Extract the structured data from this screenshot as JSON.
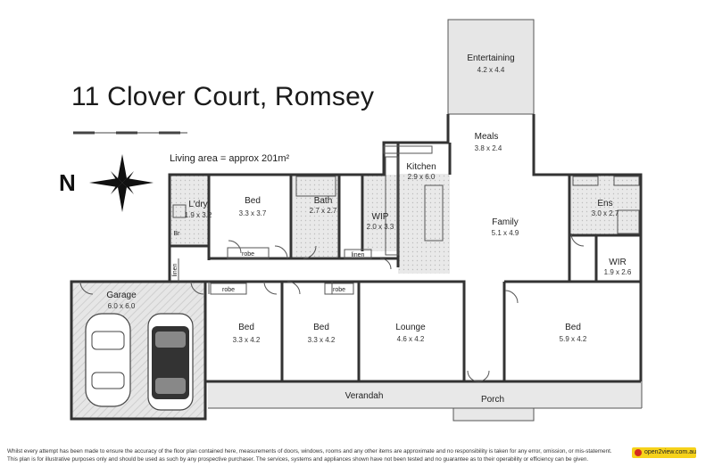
{
  "title": "11 Clover Court, Romsey",
  "living_area": "Living area = approx 201m²",
  "compass_letter": "N",
  "rooms": [
    {
      "name": "Entertaining",
      "dims": "4.2 x 4.4"
    },
    {
      "name": "Meals",
      "dims": "3.8 x 2.4"
    },
    {
      "name": "Kitchen",
      "dims": "2.9 x 6.0"
    },
    {
      "name": "Family",
      "dims": "5.1 x 4.9"
    },
    {
      "name": "Ens",
      "dims": "3.0 x 2.7"
    },
    {
      "name": "WIR",
      "dims": "1.9 x 2.6"
    },
    {
      "name": "L'dry",
      "dims": "1.9 x 3.2"
    },
    {
      "name": "Bed",
      "dims": "3.3 x 3.7"
    },
    {
      "name": "Bath",
      "dims": "2.7 x 2.7"
    },
    {
      "name": "WIP",
      "dims": "2.0 x 3.3"
    },
    {
      "name": "Garage",
      "dims": "6.0 x 6.0"
    },
    {
      "name": "Bed",
      "dims": "3.3 x 4.2"
    },
    {
      "name": "Bed",
      "dims": "3.3 x 4.2"
    },
    {
      "name": "Lounge",
      "dims": "4.6 x 4.2"
    },
    {
      "name": "Bed",
      "dims": "5.9 x 4.2"
    }
  ],
  "labels": {
    "verandah": "Verandah",
    "porch": "Porch",
    "robe": "robe",
    "linen": "linen",
    "br": "Br"
  },
  "disclaimer": "Whilst every attempt has been made to ensure the accuracy of the floor plan contained here, measurements of doors, windows, rooms and any other items are approximate and no responsibility is taken for any error, omission, or mis-statement. This plan is for illustrative purposes only and should be used as such by any prospective purchaser. The services, systems and appliances shown have not been tested and no guarantee as to their operability or efficiency can be given.",
  "logo_text": "open2view.com.au",
  "colors": {
    "wall": "#333333",
    "garage_fill": "#e3e3e3",
    "wet_fill": "#dcdcdc",
    "entertaining_fill": "#e6e6e6",
    "logo": "#f6d21a"
  }
}
